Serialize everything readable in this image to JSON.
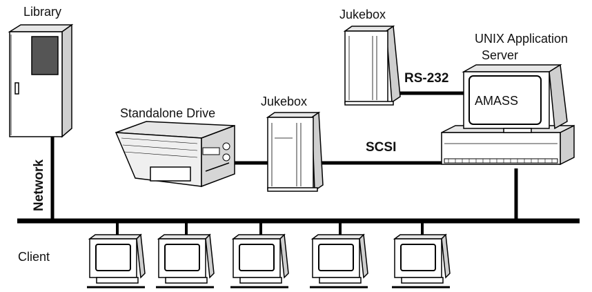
{
  "labels": {
    "library": "Library",
    "jukebox_top": "Jukebox",
    "unix_server_line1": "UNIX Application",
    "unix_server_line2": "Server",
    "rs232": "RS-232",
    "amass": "AMASS",
    "jukebox_mid": "Jukebox",
    "standalone_drive": "Standalone Drive",
    "scsi": "SCSI",
    "network": "Network",
    "client": "Client"
  },
  "colors": {
    "line": "#000000",
    "device_fill": "#ffffff",
    "device_shade": "#d9d9d9",
    "screen_dark": "#555555"
  },
  "icons": [
    "library-cabinet-icon",
    "jukebox-icon",
    "workstation-icon",
    "drive-icon",
    "monitor-icon"
  ]
}
